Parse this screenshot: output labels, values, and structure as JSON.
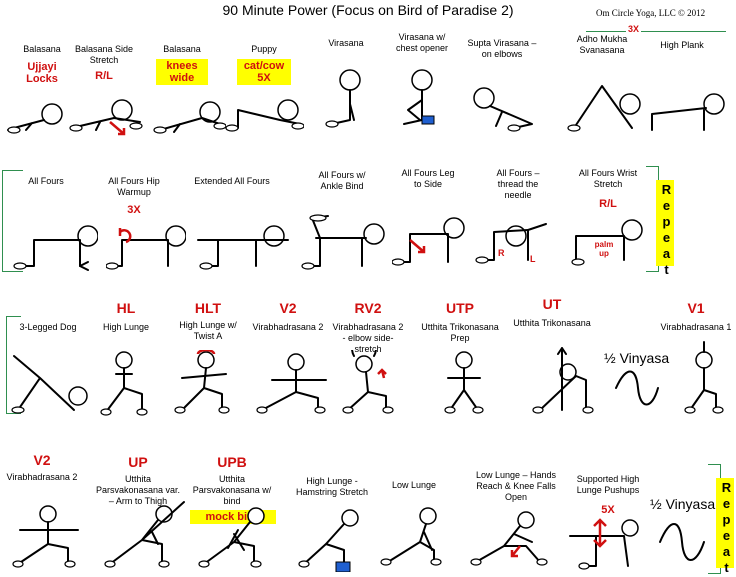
{
  "title": "90 Minute Power (Focus on Bird of Paradise 2)",
  "copyright": "Om Circle Yoga, LLC © 2012",
  "rows": [
    {
      "cells": [
        {
          "label": "Balasana",
          "note": "Ujjayi Locks"
        },
        {
          "label": "Balasana Side Stretch",
          "note": "R/L"
        },
        {
          "label": "Balasana",
          "note": "knees wide"
        },
        {
          "label": "Puppy",
          "note": "cat/cow 5X"
        },
        {
          "label": "Virasana"
        },
        {
          "label": "Virasana w/ chest opener"
        },
        {
          "label": "Supta Virasana – on elbows"
        },
        {
          "label": "Adho Mukha Svanasana"
        },
        {
          "label": "High Plank"
        }
      ],
      "note_3x": "3X"
    },
    {
      "cells": [
        {
          "label": "All Fours"
        },
        {
          "label": "All Fours Hip Warmup",
          "note": "3X"
        },
        {
          "label": "Extended All Fours"
        },
        {
          "label": "All Fours w/ Ankle Bind"
        },
        {
          "label": "All Fours Leg to Side"
        },
        {
          "label": "All Fours – thread the needle",
          "mark_r": "R",
          "mark_l": "L"
        },
        {
          "label": "All Fours Wrist Stretch",
          "note": "R/L",
          "note2": "palm up"
        }
      ],
      "repeat": "Repeat"
    },
    {
      "cells": [
        {
          "label": "3-Legged Dog"
        },
        {
          "abbr": "HL",
          "label": "High Lunge"
        },
        {
          "abbr": "HLT",
          "label": "High Lunge w/ Twist A"
        },
        {
          "abbr": "V2",
          "label": "Virabhadrasana 2"
        },
        {
          "abbr": "RV2",
          "label": "Virabhadrasana 2 - elbow side-stretch"
        },
        {
          "abbr": "UTP",
          "label": "Utthita Trikonasana Prep"
        },
        {
          "abbr": "UT",
          "label": "Utthita Trikonasana"
        },
        {
          "abbr": "V1",
          "label": "Virabhadrasana 1"
        }
      ],
      "vinyasa": "½ Vinyasa"
    },
    {
      "cells": [
        {
          "abbr": "V2",
          "label": "Virabhadrasana 2"
        },
        {
          "abbr": "UP",
          "label": "Utthita Parsvakonasana var. – Arm to Thigh"
        },
        {
          "abbr": "UPB",
          "label": "Utthita Parsvakonasana w/ bind",
          "note": "mock bind"
        },
        {
          "label": "High Lunge - Hamstring Stretch"
        },
        {
          "label": "Low Lunge"
        },
        {
          "label": "Low Lunge – Hands Reach & Knee Falls Open"
        },
        {
          "label": "Supported High Lunge Pushups",
          "note": "5X"
        }
      ],
      "vinyasa": "½ Vinyasa",
      "repeat": "Repeat"
    }
  ],
  "colors": {
    "accent_red": "#d01010",
    "highlight": "#ffff00",
    "bracket": "#2f8f4f",
    "block": "#1f5fd0"
  }
}
